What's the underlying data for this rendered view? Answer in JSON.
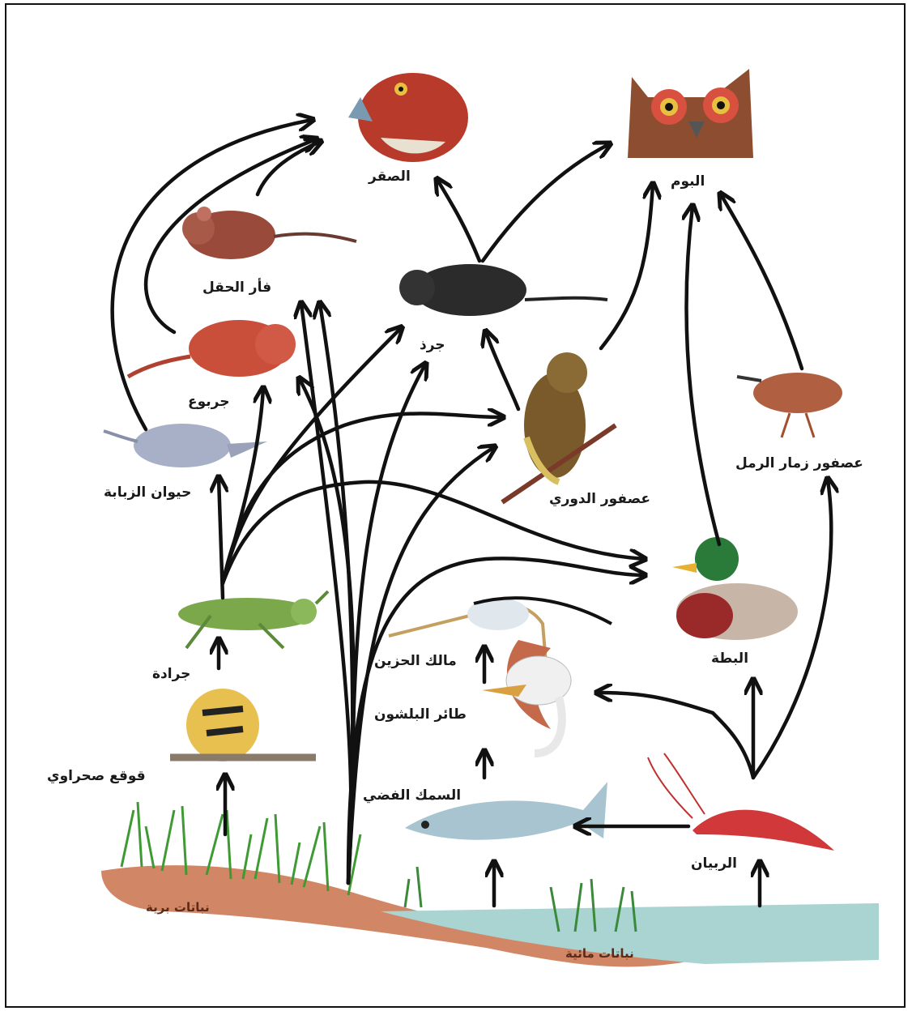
{
  "organisms": {
    "hawk": "الصقر",
    "owl": "البوم",
    "field_mouse": "فأر الحقل",
    "rat": "جرذ",
    "jerboa": "جربوع",
    "shrew": "حيوان الزبابة",
    "sparrow": "عصفور الدوري",
    "sandpiper": "عصفور زمار الرمل",
    "duck": "البطة",
    "grasshopper": "جرادة",
    "heron": "مالك الحزين",
    "pelican": "طائر البلشون",
    "snail": "قوقع صحراوي",
    "silverfish": "السمك الفضي",
    "shrimp": "الربيان",
    "land_plants": "نباتات برية",
    "water_plants": "نباتات مائية"
  },
  "colors": {
    "arrow": "#111111",
    "soil": "#c9724a",
    "water": "#a9d4d2",
    "grass": "#3f9a34"
  }
}
